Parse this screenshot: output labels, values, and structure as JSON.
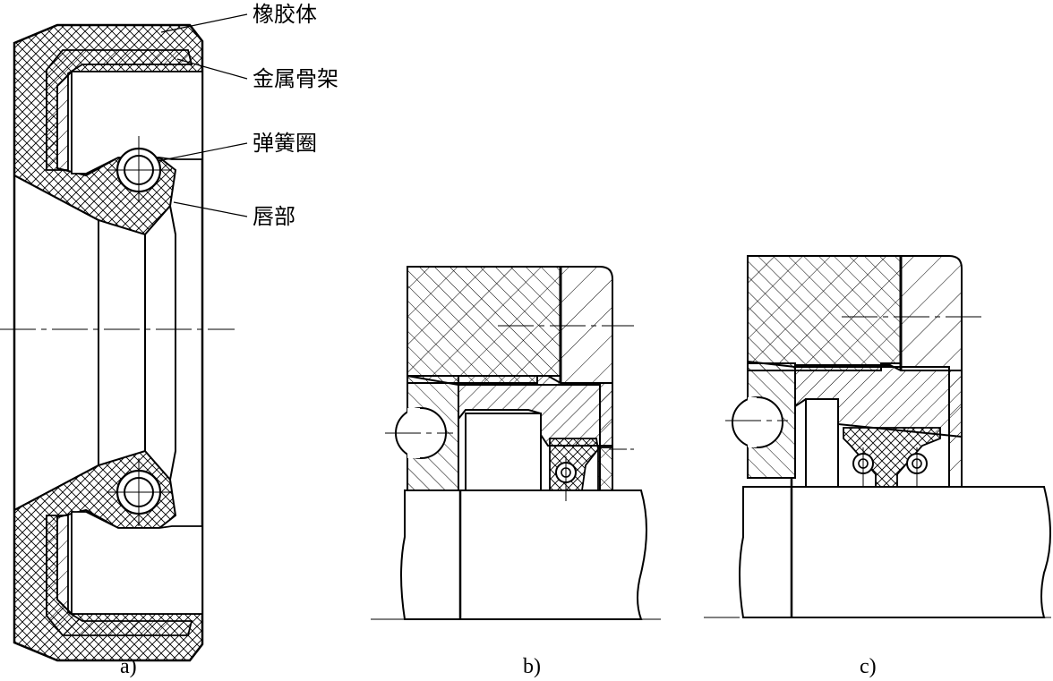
{
  "labels": {
    "rubber_body": "橡胶体",
    "metal_frame": "金属骨架",
    "spring_ring": "弹簧圈",
    "lip": "唇部"
  },
  "captions": {
    "a": "a)",
    "b": "b)",
    "c": "c)"
  }
}
